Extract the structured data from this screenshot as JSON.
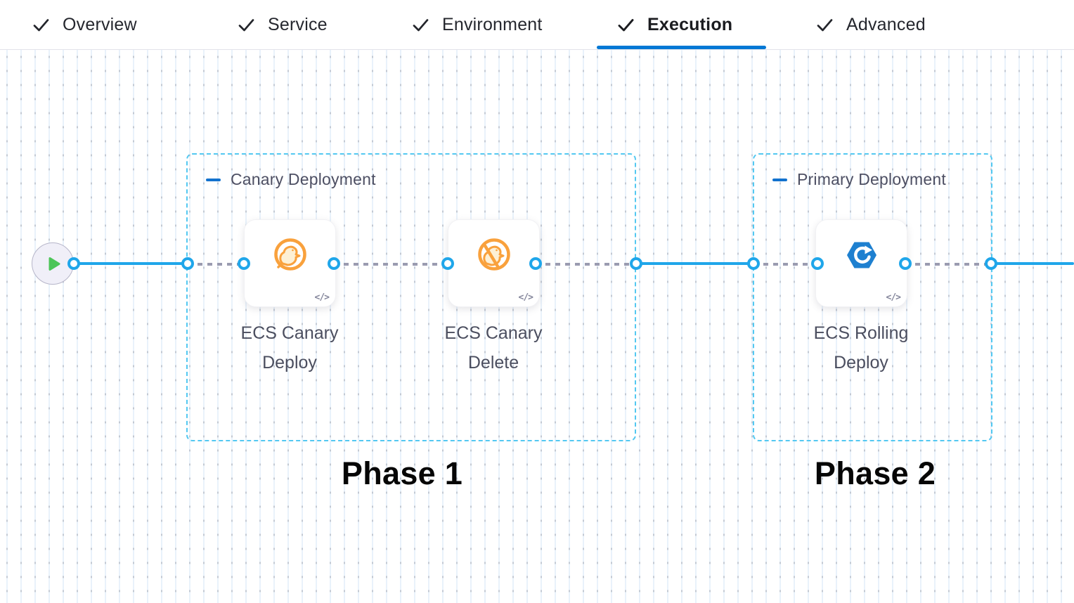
{
  "tab_bar": {
    "tabs": [
      {
        "label": "Overview",
        "completed": true,
        "active": false
      },
      {
        "label": "Service",
        "completed": true,
        "active": false
      },
      {
        "label": "Environment",
        "completed": true,
        "active": false
      },
      {
        "label": "Execution",
        "completed": true,
        "active": true
      },
      {
        "label": "Advanced",
        "completed": true,
        "active": false
      }
    ]
  },
  "canvas": {
    "start_node": {
      "icon": "play"
    },
    "groups": [
      {
        "title": "Canary Deployment",
        "phase_label": "Phase 1",
        "steps": [
          {
            "name": "ECS Canary Deploy",
            "icon": "canary-bird"
          },
          {
            "name": "ECS Canary Delete",
            "icon": "canary-bird-slash"
          }
        ]
      },
      {
        "title": "Primary Deployment",
        "phase_label": "Phase 2",
        "steps": [
          {
            "name": "ECS Rolling Deploy",
            "icon": "ecs-rolling-hexagon"
          }
        ]
      }
    ],
    "code_badge": "</>"
  },
  "colors": {
    "active_tab_underline": "#0278D5",
    "connector_blue": "#1FA6EA",
    "group_border_cyan": "#53C8F1",
    "group_accent_blue": "#1272CE",
    "canary_orange": "#F9A13C",
    "ecs_blue": "#1E80D0",
    "play_green": "#4CC558",
    "grid_line": "#E9F2FB",
    "grid_dot": "#C3C9D3"
  }
}
